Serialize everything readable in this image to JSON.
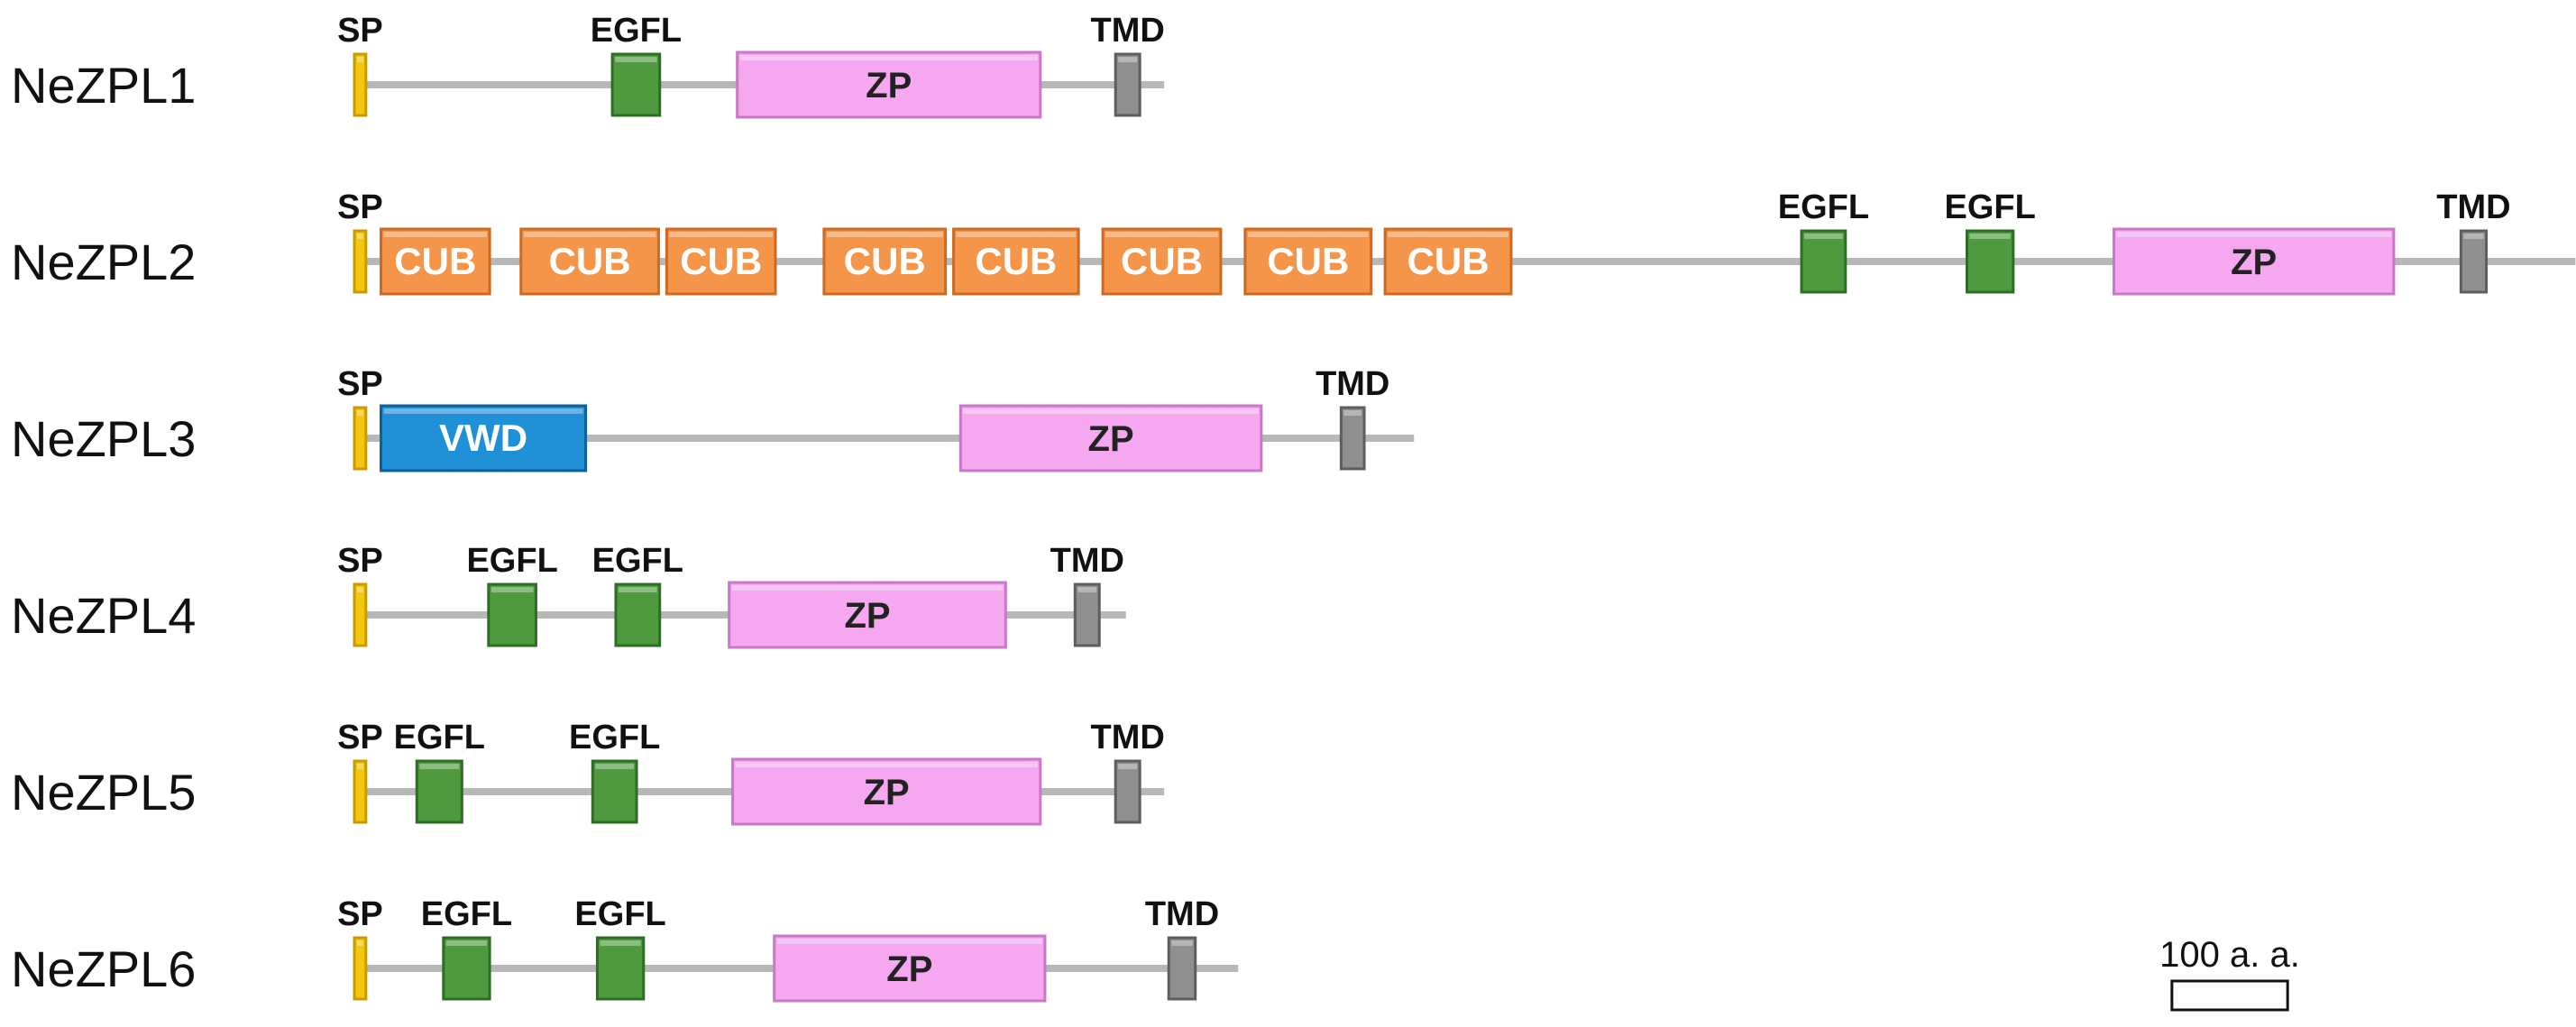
{
  "colors": {
    "backbone": "#b8b8b8",
    "SP": "#f2c80f",
    "SP_edge": "#c89a00",
    "EGFL": "#4f9a3e",
    "EGFL_edge": "#2f6d26",
    "ZP": "#f5a8f0",
    "ZP_edge": "#c978c4",
    "TMD": "#8f8f8f",
    "TMD_edge": "#5e5e5e",
    "CUB": "#f4954a",
    "CUB_edge": "#cc6a22",
    "VWD": "#1f8fd6",
    "VWD_edge": "#0f5f99"
  },
  "proteins": [
    {
      "name": "NeZPL1",
      "length": 700,
      "domains": [
        {
          "type": "SP",
          "label": "SP",
          "start": 0,
          "end": 10
        },
        {
          "type": "EGFL",
          "label": "EGFL",
          "start": 223,
          "end": 264
        },
        {
          "type": "ZP",
          "label": "ZP",
          "start": 331,
          "end": 593
        },
        {
          "type": "TMD",
          "label": "TMD",
          "start": 658,
          "end": 679
        }
      ]
    },
    {
      "name": "NeZPL2",
      "length": 1920,
      "domains": [
        {
          "type": "SP",
          "label": "SP",
          "start": 0,
          "end": 10
        },
        {
          "type": "CUB",
          "label": "CUB",
          "start": 23,
          "end": 117
        },
        {
          "type": "CUB",
          "label": "CUB",
          "start": 144,
          "end": 263
        },
        {
          "type": "CUB",
          "label": "CUB",
          "start": 270,
          "end": 364
        },
        {
          "type": "CUB",
          "label": "CUB",
          "start": 406,
          "end": 511
        },
        {
          "type": "CUB",
          "label": "CUB",
          "start": 518,
          "end": 626
        },
        {
          "type": "CUB",
          "label": "CUB",
          "start": 647,
          "end": 749
        },
        {
          "type": "CUB",
          "label": "CUB",
          "start": 770,
          "end": 879
        },
        {
          "type": "CUB",
          "label": "CUB",
          "start": 891,
          "end": 1000
        },
        {
          "type": "EGFL",
          "label": "EGFL",
          "start": 1251,
          "end": 1289
        },
        {
          "type": "EGFL",
          "label": "EGFL",
          "start": 1394,
          "end": 1434
        },
        {
          "type": "ZP",
          "label": "ZP",
          "start": 1521,
          "end": 1763
        },
        {
          "type": "TMD",
          "label": "TMD",
          "start": 1821,
          "end": 1843
        }
      ]
    },
    {
      "name": "NeZPL3",
      "length": 916,
      "domains": [
        {
          "type": "SP",
          "label": "SP",
          "start": 0,
          "end": 10
        },
        {
          "type": "VWD",
          "label": "VWD",
          "start": 23,
          "end": 200
        },
        {
          "type": "ZP",
          "label": "ZP",
          "start": 524,
          "end": 784
        },
        {
          "type": "TMD",
          "label": "TMD",
          "start": 853,
          "end": 873
        }
      ]
    },
    {
      "name": "NeZPL4",
      "length": 667,
      "domains": [
        {
          "type": "SP",
          "label": "SP",
          "start": 0,
          "end": 10
        },
        {
          "type": "EGFL",
          "label": "EGFL",
          "start": 116,
          "end": 157
        },
        {
          "type": "EGFL",
          "label": "EGFL",
          "start": 226,
          "end": 264
        },
        {
          "type": "ZP",
          "label": "ZP",
          "start": 324,
          "end": 563
        },
        {
          "type": "TMD",
          "label": "TMD",
          "start": 623,
          "end": 644
        }
      ]
    },
    {
      "name": "NeZPL5",
      "length": 700,
      "domains": [
        {
          "type": "SP",
          "label": "SP",
          "start": 0,
          "end": 10
        },
        {
          "type": "EGFL",
          "label": "EGFL",
          "start": 54,
          "end": 93
        },
        {
          "type": "EGFL",
          "label": "EGFL",
          "start": 206,
          "end": 244
        },
        {
          "type": "ZP",
          "label": "ZP",
          "start": 327,
          "end": 593
        },
        {
          "type": "TMD",
          "label": "TMD",
          "start": 658,
          "end": 679
        }
      ]
    },
    {
      "name": "NeZPL6",
      "length": 764,
      "domains": [
        {
          "type": "SP",
          "label": "SP",
          "start": 0,
          "end": 10
        },
        {
          "type": "EGFL",
          "label": "EGFL",
          "start": 77,
          "end": 117
        },
        {
          "type": "EGFL",
          "label": "EGFL",
          "start": 210,
          "end": 250
        },
        {
          "type": "ZP",
          "label": "ZP",
          "start": 363,
          "end": 597
        },
        {
          "type": "TMD",
          "label": "TMD",
          "start": 704,
          "end": 727
        }
      ]
    }
  ],
  "scale_bar": {
    "label": "100 a. a.",
    "length": 100
  }
}
